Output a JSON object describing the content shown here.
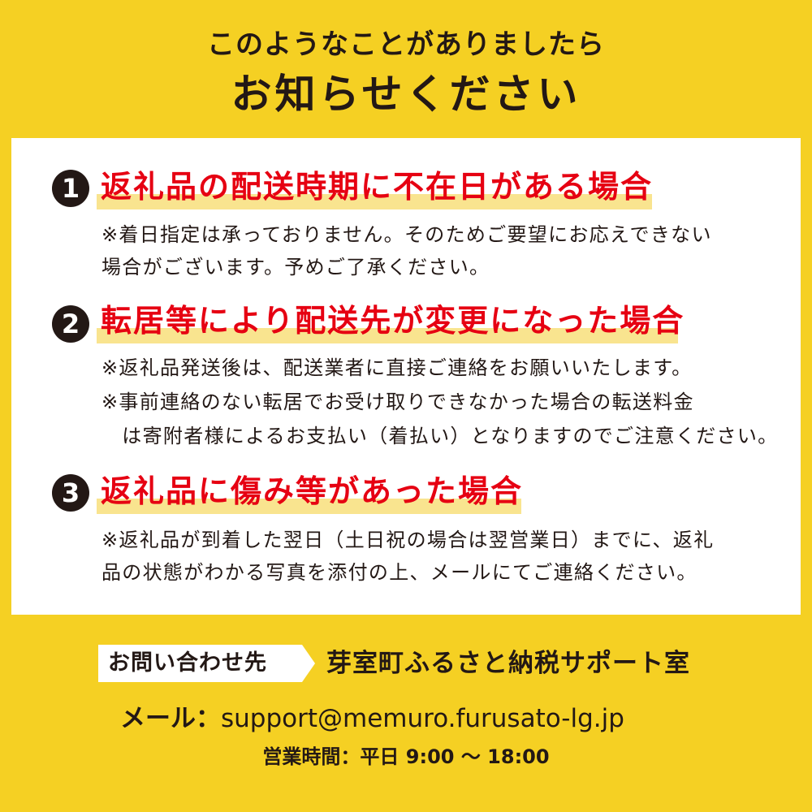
{
  "header": {
    "line1": "このようなことがありましたら",
    "line2": "お知らせください"
  },
  "items": [
    {
      "number": "1",
      "heading": "返礼品の配送時期に不在日がある場合",
      "lines": [
        "※着日指定は承っておりません。そのためご要望にお応えできない",
        "場合がございます。予めご了承ください。"
      ]
    },
    {
      "number": "2",
      "heading": "転居等により配送先が変更になった場合",
      "lines": [
        "※返礼品発送後は、配送業者に直接ご連絡をお願いいたします。",
        "※事前連絡のない転居でお受け取りできなかった場合の転送料金",
        "　は寄附者様によるお支払い（着払い）となりますのでご注意ください。"
      ]
    },
    {
      "number": "3",
      "heading": "返礼品に傷み等があった場合",
      "lines": [
        "※返礼品が到着した翌日（土日祝の場合は翌営業日）までに、返礼",
        "品の状態がわかる写真を添付の上、メールにてご連絡ください。"
      ]
    }
  ],
  "contact": {
    "label": "お問い合わせ先",
    "organization": "芽室町ふるさと納税サポート室",
    "email_label": "メール：",
    "email": "support@memuro.furusato-lg.jp",
    "hours": "営業時間：平日 9:00 ～ 18:00"
  },
  "colors": {
    "background": "#f5d023",
    "panel": "#ffffff",
    "heading_red": "#e60012",
    "highlight": "#f9e48f",
    "text": "#231815"
  }
}
